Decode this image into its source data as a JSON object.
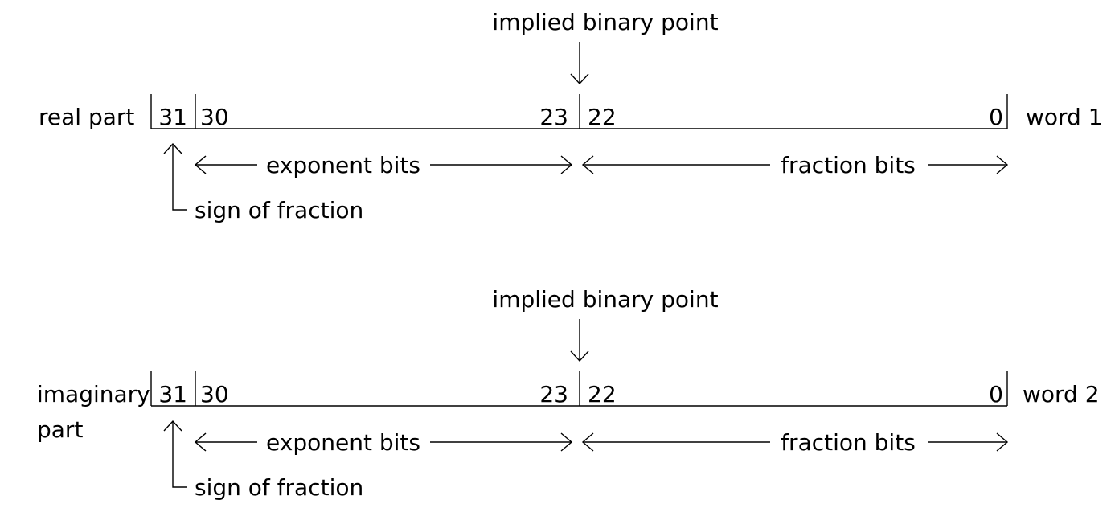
{
  "colors": {
    "ink": "#000000",
    "background": "#ffffff"
  },
  "words": [
    {
      "part_label_lines": [
        "real part"
      ],
      "word_label": "word 1",
      "binary_point_label": "implied binary point",
      "bit_31": "31",
      "bit_30": "30",
      "bit_23": "23",
      "bit_22": "22",
      "bit_0": "0",
      "exponent_label": "exponent bits",
      "fraction_label": "fraction bits",
      "sign_label": "sign of fraction"
    },
    {
      "part_label_lines": [
        "imaginary",
        "part"
      ],
      "word_label": "word 2",
      "binary_point_label": "implied binary point",
      "bit_31": "31",
      "bit_30": "30",
      "bit_23": "23",
      "bit_22": "22",
      "bit_0": "0",
      "exponent_label": "exponent bits",
      "fraction_label": "fraction bits",
      "sign_label": "sign of fraction"
    }
  ]
}
